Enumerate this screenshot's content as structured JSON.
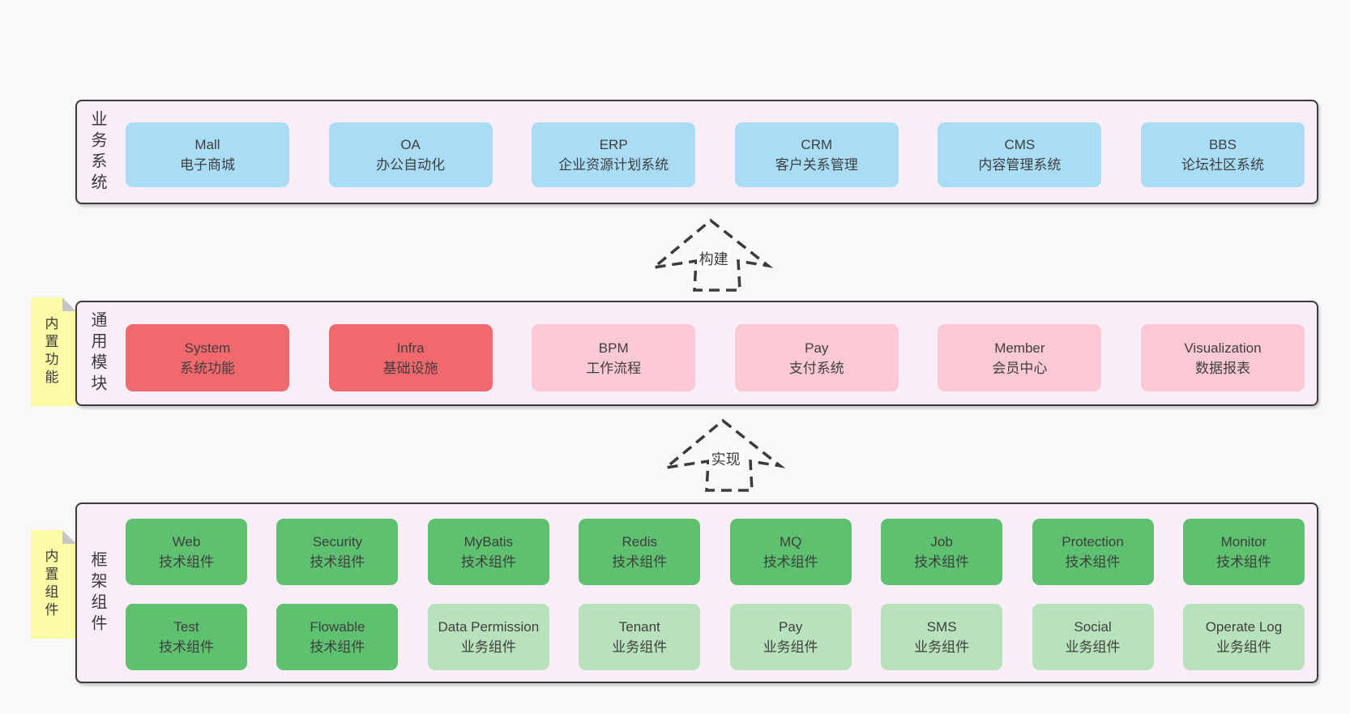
{
  "layers": [
    {
      "id": "business-systems",
      "label": "业务系统",
      "rows": [
        [
          {
            "name": "Mall",
            "desc": "电子商城",
            "color": "blue"
          },
          {
            "name": "OA",
            "desc": "办公自动化",
            "color": "blue"
          },
          {
            "name": "ERP",
            "desc": "企业资源计划系统",
            "color": "blue"
          },
          {
            "name": "CRM",
            "desc": "客户关系管理",
            "color": "blue"
          },
          {
            "name": "CMS",
            "desc": "内容管理系统",
            "color": "blue"
          },
          {
            "name": "BBS",
            "desc": "论坛社区系统",
            "color": "blue"
          }
        ]
      ]
    },
    {
      "id": "common-modules",
      "label": "通用模块",
      "sticky": "内置功能",
      "rows": [
        [
          {
            "name": "System",
            "desc": "系统功能",
            "color": "red"
          },
          {
            "name": "Infra",
            "desc": "基础设施",
            "color": "red"
          },
          {
            "name": "BPM",
            "desc": "工作流程",
            "color": "pink"
          },
          {
            "name": "Pay",
            "desc": "支付系统",
            "color": "pink"
          },
          {
            "name": "Member",
            "desc": "会员中心",
            "color": "pink"
          },
          {
            "name": "Visualization",
            "desc": "数据报表",
            "color": "pink"
          }
        ]
      ]
    },
    {
      "id": "framework-components",
      "label": "框架组件",
      "sticky": "内置组件",
      "rows": [
        [
          {
            "name": "Web",
            "desc": "技术组件",
            "color": "green"
          },
          {
            "name": "Security",
            "desc": "技术组件",
            "color": "green"
          },
          {
            "name": "MyBatis",
            "desc": "技术组件",
            "color": "green"
          },
          {
            "name": "Redis",
            "desc": "技术组件",
            "color": "green"
          },
          {
            "name": "MQ",
            "desc": "技术组件",
            "color": "green"
          },
          {
            "name": "Job",
            "desc": "技术组件",
            "color": "green"
          },
          {
            "name": "Protection",
            "desc": "技术组件",
            "color": "green"
          },
          {
            "name": "Monitor",
            "desc": "技术组件",
            "color": "green"
          }
        ],
        [
          {
            "name": "Test",
            "desc": "技术组件",
            "color": "green"
          },
          {
            "name": "Flowable",
            "desc": "技术组件",
            "color": "green"
          },
          {
            "name": "Data Permission",
            "desc": "业务组件",
            "color": "lightgreen"
          },
          {
            "name": "Tenant",
            "desc": "业务组件",
            "color": "lightgreen"
          },
          {
            "name": "Pay",
            "desc": "业务组件",
            "color": "lightgreen"
          },
          {
            "name": "SMS",
            "desc": "业务组件",
            "color": "lightgreen"
          },
          {
            "name": "Social",
            "desc": "业务组件",
            "color": "lightgreen"
          },
          {
            "name": "Operate Log",
            "desc": "业务组件",
            "color": "lightgreen"
          }
        ]
      ]
    }
  ],
  "arrows": [
    {
      "id": "build",
      "label": "构建"
    },
    {
      "id": "implement",
      "label": "实现"
    }
  ],
  "colors": {
    "page_background": "#f8f8f8",
    "layer_background": "#f9eef7",
    "layer_border": "#3b3b3e",
    "business_box": "#a9dcf5",
    "core_module_box": "#f2696d",
    "optional_module_box": "#fbc9d3",
    "tech_component_box": "#5ec170",
    "biz_component_box": "#b8e2bb",
    "sticky_note": "#fbfba6",
    "sticky_fold": "#c5c5ca",
    "text": "#3f3f3f"
  }
}
